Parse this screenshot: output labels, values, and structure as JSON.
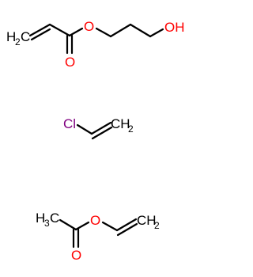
{
  "molecules": [
    {
      "labels": {
        "h2": "H",
        "h2_sub": "2",
        "h2_c": "C",
        "o_ester": "O",
        "o_carbonyl": "O",
        "oh": "OH"
      }
    },
    {
      "labels": {
        "cl": "Cl",
        "ch2": "CH",
        "ch2_sub": "2"
      }
    },
    {
      "labels": {
        "h3": "H",
        "h3_sub": "3",
        "h3_c": "C",
        "o_ester": "O",
        "o_carbonyl": "O",
        "ch2": "CH",
        "ch2_sub": "2"
      }
    }
  ],
  "colors": {
    "oxygen": "#ff0000",
    "chlorine": "#800080",
    "carbon": "#000000",
    "background": "#ffffff"
  }
}
